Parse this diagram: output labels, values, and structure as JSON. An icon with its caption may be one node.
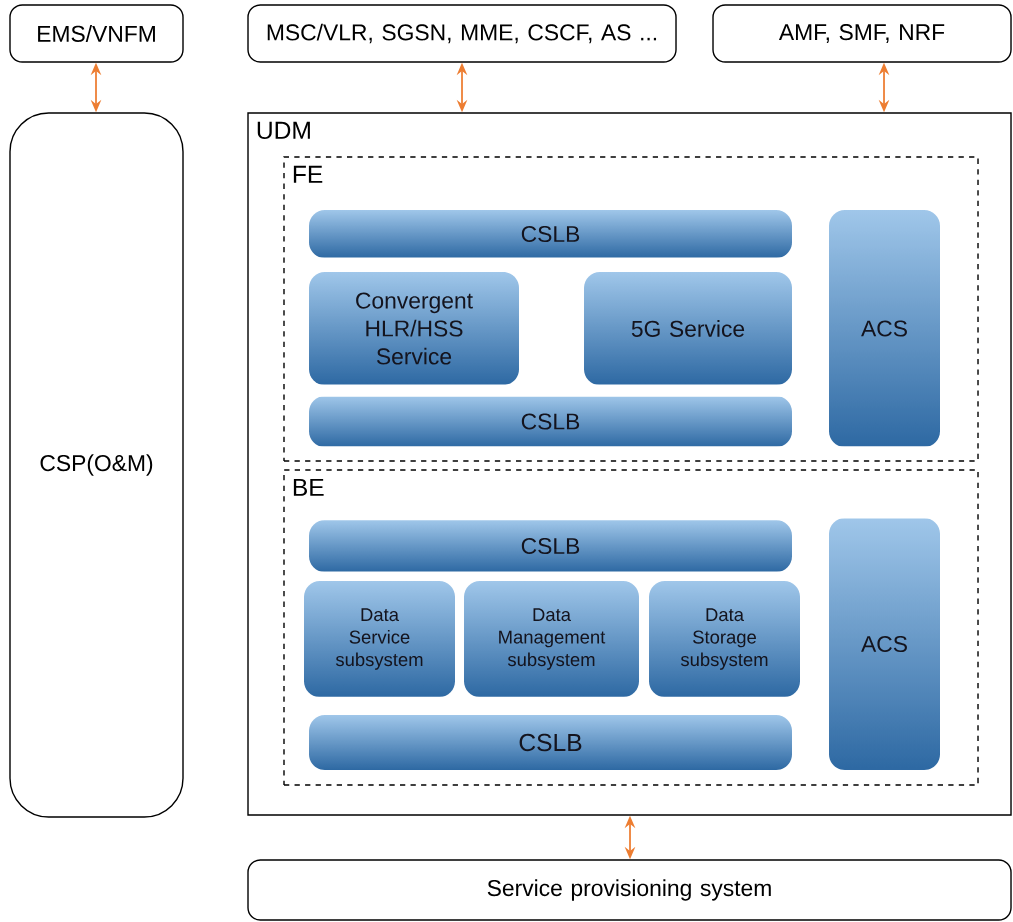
{
  "diagram": {
    "nodes": [
      {
        "text": [
          "EMS/VNFM"
        ]
      },
      {
        "text": [
          "MSC/VLR, SGSN, MME, CSCF, AS ..."
        ]
      },
      {
        "text": [
          "AMF, SMF, NRF"
        ]
      },
      {
        "text": [
          "CSP(O&M)"
        ]
      },
      {
        "text": [
          "UDM"
        ]
      },
      {
        "text": [
          "FE"
        ],
        "in": 4
      },
      {
        "text": [
          "CSLB"
        ],
        "in": 5
      },
      {
        "text": [
          "Convergent HLR/HSS Service"
        ],
        "in": 5
      },
      {
        "text": [
          "5G Service"
        ],
        "in": 5
      },
      {
        "text": [
          "CSLB"
        ],
        "in": 5
      },
      {
        "text": [
          "ACS"
        ],
        "in": 5
      },
      {
        "text": [
          "BE"
        ],
        "in": 4
      },
      {
        "text": [
          "CSLB"
        ],
        "in": 11
      },
      {
        "text": [
          "Data Service subsystem"
        ],
        "in": 11
      },
      {
        "text": [
          "Data Management subsystem"
        ],
        "in": 11
      },
      {
        "text": [
          "Data Storage subsystem"
        ],
        "in": 11
      },
      {
        "text": [
          "CSLB"
        ],
        "in": 11
      },
      {
        "text": [
          "ACS"
        ],
        "in": 11
      },
      {
        "text": [
          "Service provisioning system"
        ]
      }
    ],
    "edges": [
      {
        "from": 0,
        "to": 3,
        "arrow": "both"
      },
      {
        "from": 1,
        "to": 4,
        "arrow": "both"
      },
      {
        "from": 2,
        "to": 4,
        "arrow": "both"
      },
      {
        "from": 4,
        "to": 18,
        "arrow": "both"
      }
    ]
  }
}
